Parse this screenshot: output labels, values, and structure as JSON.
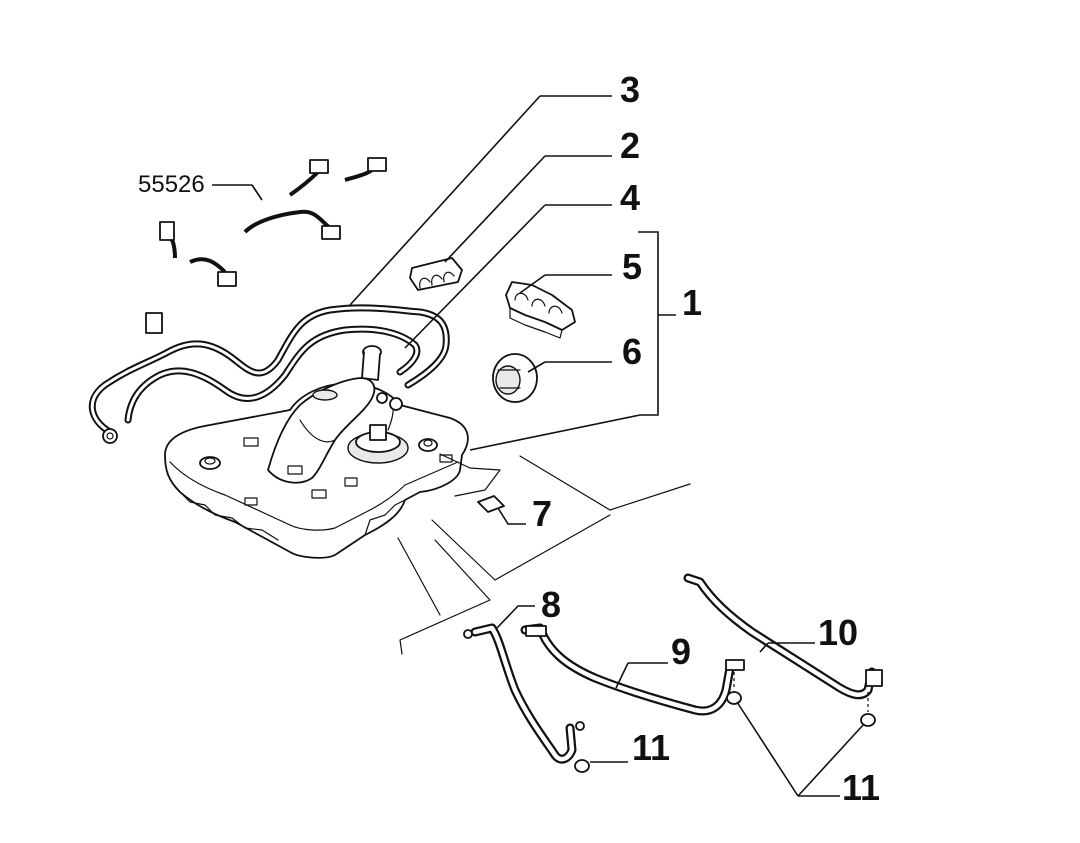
{
  "parts": [
    {
      "id": "55526",
      "label": "55526"
    },
    {
      "id": "1",
      "label": "1"
    },
    {
      "id": "2",
      "label": "2"
    },
    {
      "id": "3",
      "label": "3"
    },
    {
      "id": "4",
      "label": "4"
    },
    {
      "id": "5",
      "label": "5"
    },
    {
      "id": "6",
      "label": "6"
    },
    {
      "id": "7",
      "label": "7"
    },
    {
      "id": "8",
      "label": "8"
    },
    {
      "id": "9",
      "label": "9"
    },
    {
      "id": "10",
      "label": "10"
    },
    {
      "id": "11a",
      "label": "11"
    },
    {
      "id": "11b",
      "label": "11"
    }
  ]
}
